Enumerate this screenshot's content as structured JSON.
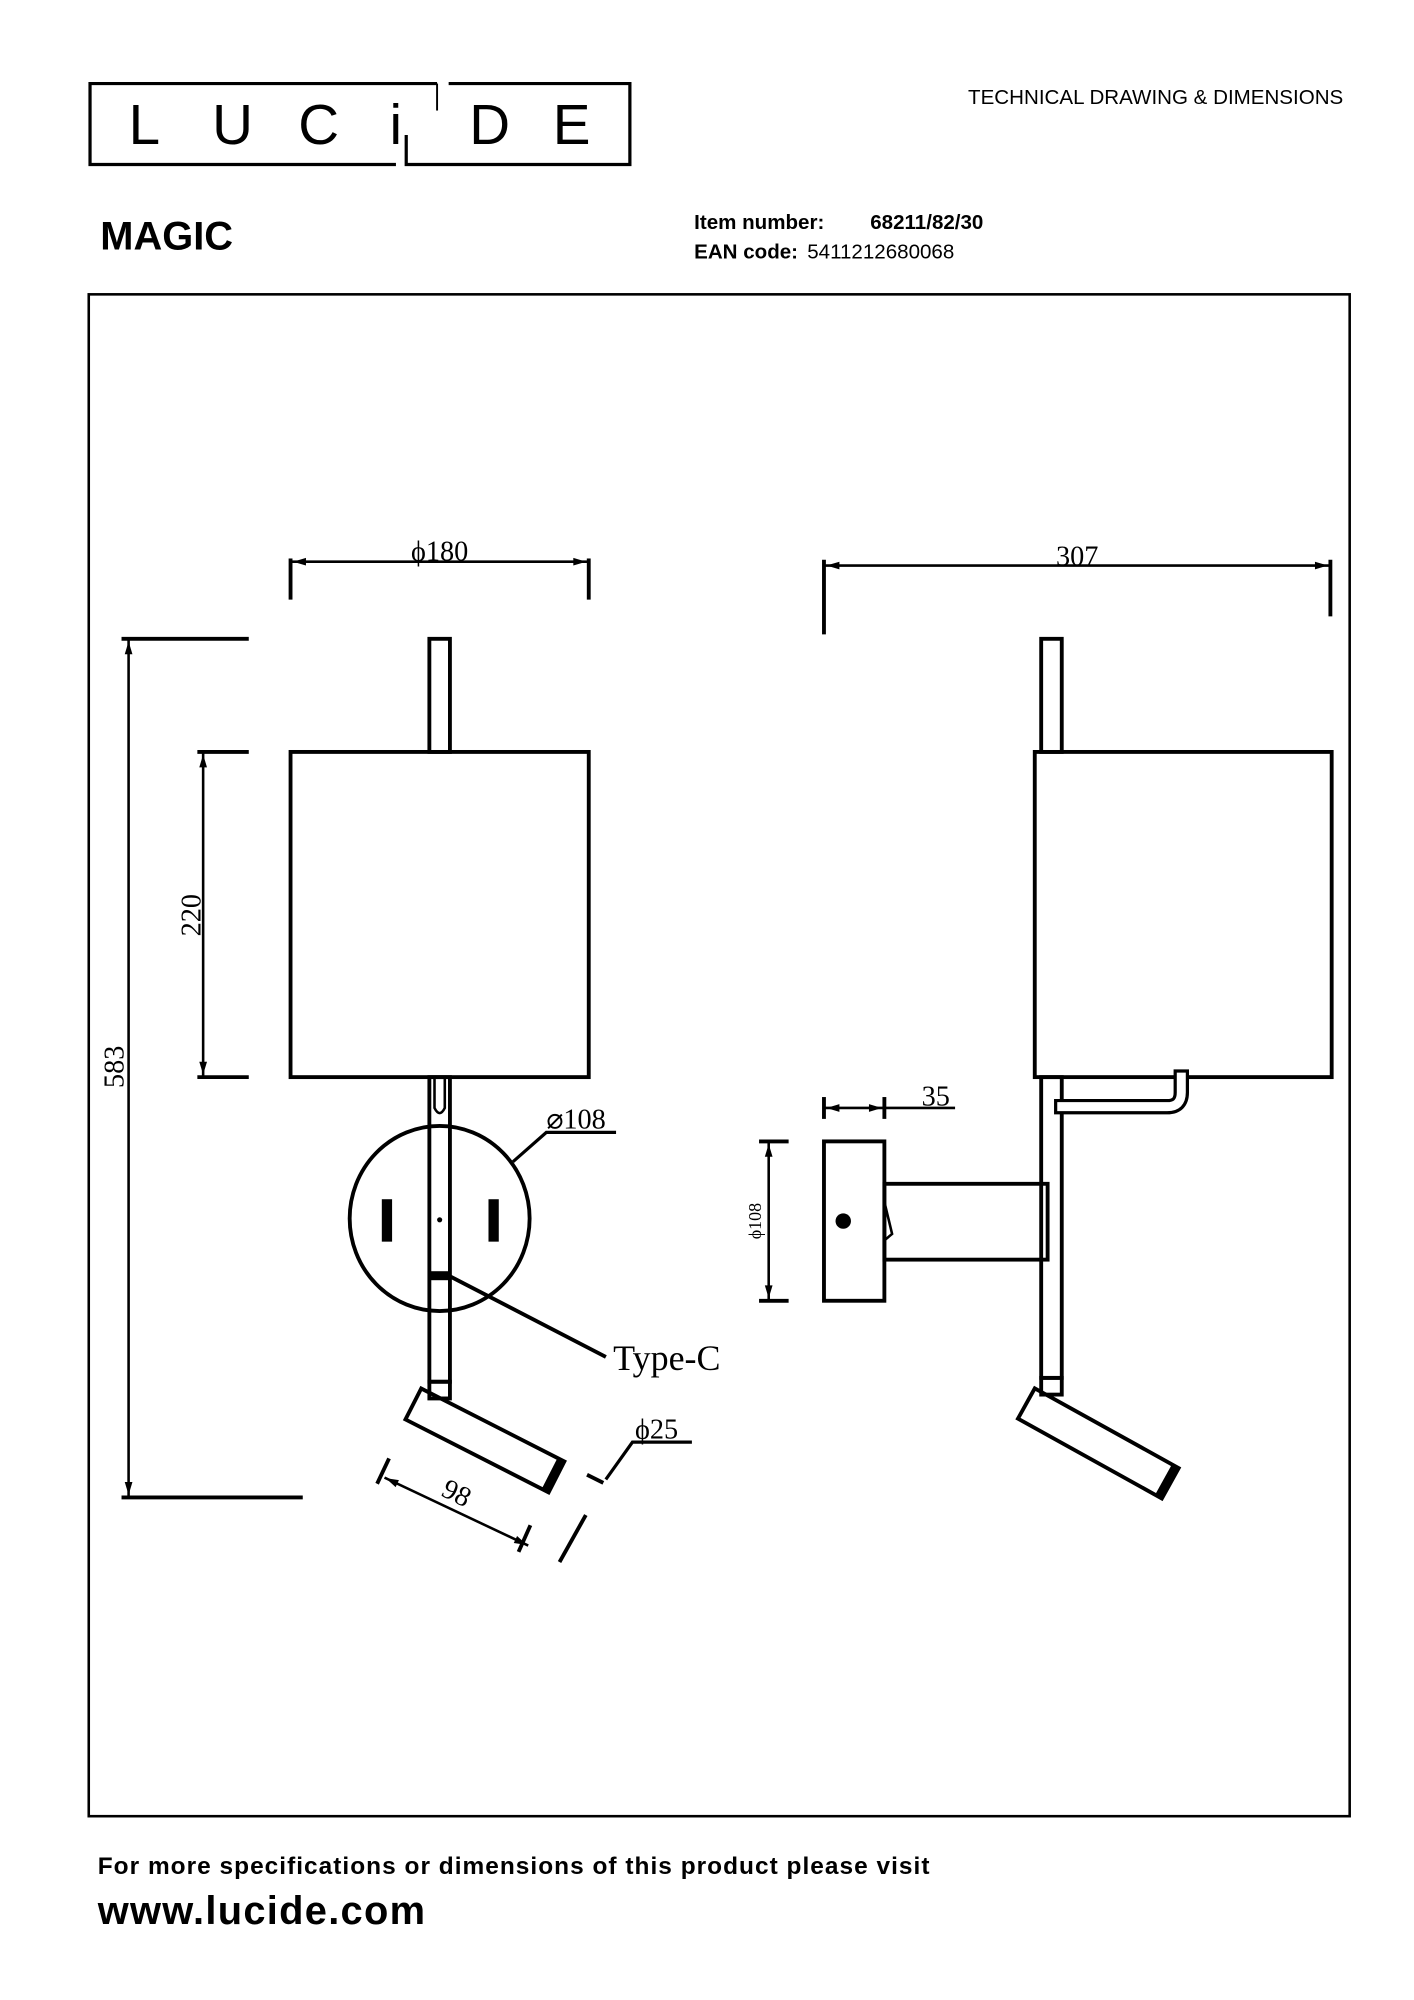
{
  "header": {
    "logo_text": "LUCiDE",
    "doc_type": "TECHNICAL DRAWING & DIMENSIONS",
    "product_name": "MAGIC",
    "item_number_label": "Item number:",
    "item_number": "68211/82/30",
    "ean_label": "EAN code:",
    "ean": "5411212680068"
  },
  "drawing": {
    "front": {
      "width_dim": "ϕ180",
      "shade_height_dim": "220",
      "total_height_dim": "583",
      "base_dim": "⌀108",
      "port_label": "Type-C",
      "spot_diameter_dim": "ϕ25",
      "spot_length_dim": "98"
    },
    "side": {
      "depth_dim": "307",
      "base_depth_dim": "35",
      "base_dim": "ϕ108"
    }
  },
  "footer": {
    "line1": "For more specifications or dimensions of this product please visit",
    "url": "www.lucide.com"
  }
}
